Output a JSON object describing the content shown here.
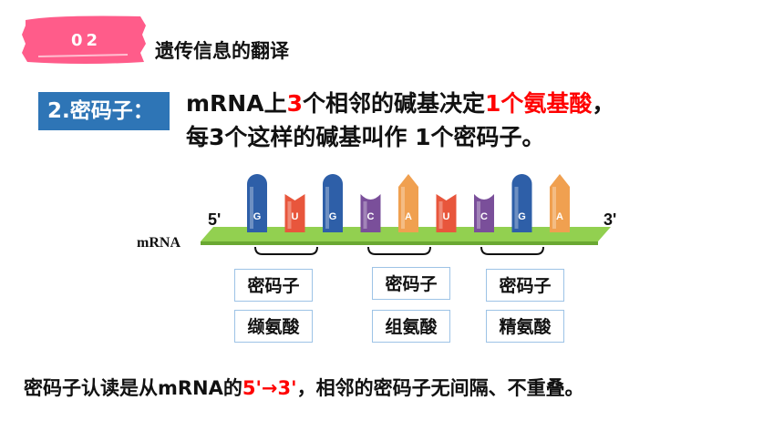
{
  "section": {
    "number": "02",
    "title": "遗传信息的翻译"
  },
  "label": "2.密码子：",
  "line1": {
    "a": "mRNA上",
    "b": "3",
    "c": "个相邻的碱基决定",
    "d": "1个氨基酸",
    "e": "，"
  },
  "line2": "每3个这样的碱基叫作 1个密码子。",
  "diagram": {
    "end5": "5'",
    "end3": "3'",
    "strand": "mRNA",
    "bases": [
      "G",
      "U",
      "G",
      "C",
      "A",
      "U",
      "C",
      "G",
      "A"
    ],
    "codon_label": "密码子",
    "amino_acids": [
      "缬氨酸",
      "组氨酸",
      "精氨酸"
    ]
  },
  "bottom": {
    "a": "密码子认读是从mRNA的",
    "b": "5'→3'",
    "c": "，相邻的密码子无间隔、不重叠。"
  },
  "colors": {
    "G": "#2e5fa8",
    "U": "#e8563c",
    "C": "#7a4f9a",
    "A": "#f0a050"
  }
}
